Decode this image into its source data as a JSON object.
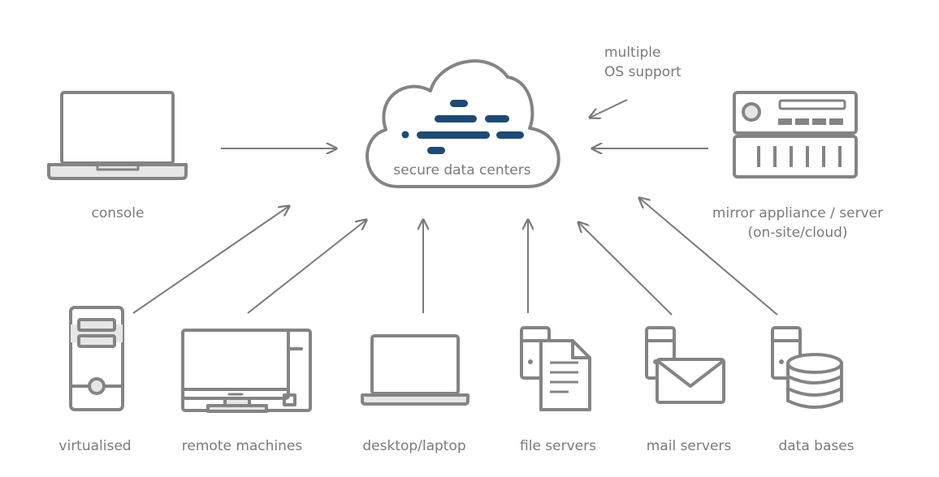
{
  "center": {
    "label": "secure data centers",
    "icon": "cloud-icon",
    "accent": "#1f4a72"
  },
  "left": {
    "label": "console",
    "icon": "laptop-icon"
  },
  "right": {
    "label_line1": "mirror appliance / server",
    "label_line2": "(on-site/cloud)",
    "icon": "server-rack-icon"
  },
  "note": {
    "line1": "multiple",
    "line2": "OS support"
  },
  "sources": [
    {
      "label": "virtualised",
      "icon": "tower-pc-icon"
    },
    {
      "label": "remote machines",
      "icon": "desktop-computer-icon"
    },
    {
      "label": "desktop/laptop",
      "icon": "laptop-icon"
    },
    {
      "label": "file servers",
      "icon": "file-server-icon"
    },
    {
      "label": "mail servers",
      "icon": "mail-server-icon"
    },
    {
      "label": "data bases",
      "icon": "database-server-icon"
    }
  ]
}
